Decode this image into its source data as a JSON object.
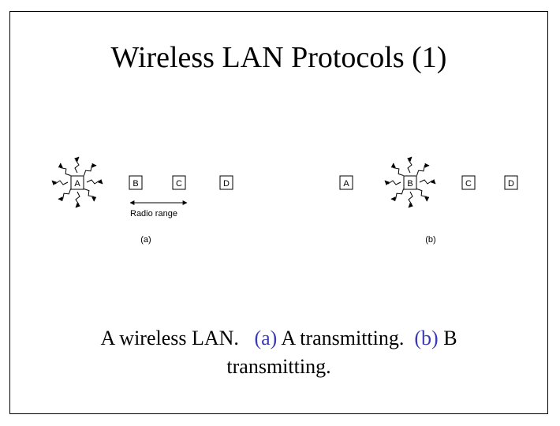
{
  "slide": {
    "title": "Wireless LAN Protocols (1)",
    "caption": {
      "part1": "A wireless LAN.",
      "tag_a": "(a)",
      "part2": "A transmitting.",
      "tag_b": "(b)",
      "part3": "B",
      "line2": "transmitting."
    },
    "accent_color": "#3a3ab8"
  },
  "diagram": {
    "panel_a": {
      "nodes": [
        "A",
        "B",
        "C",
        "D"
      ],
      "transmitting": "A",
      "range_label": "Radio range",
      "label": "(a)"
    },
    "panel_b": {
      "nodes": [
        "A",
        "B",
        "C",
        "D"
      ],
      "transmitting": "B",
      "label": "(b)"
    }
  }
}
